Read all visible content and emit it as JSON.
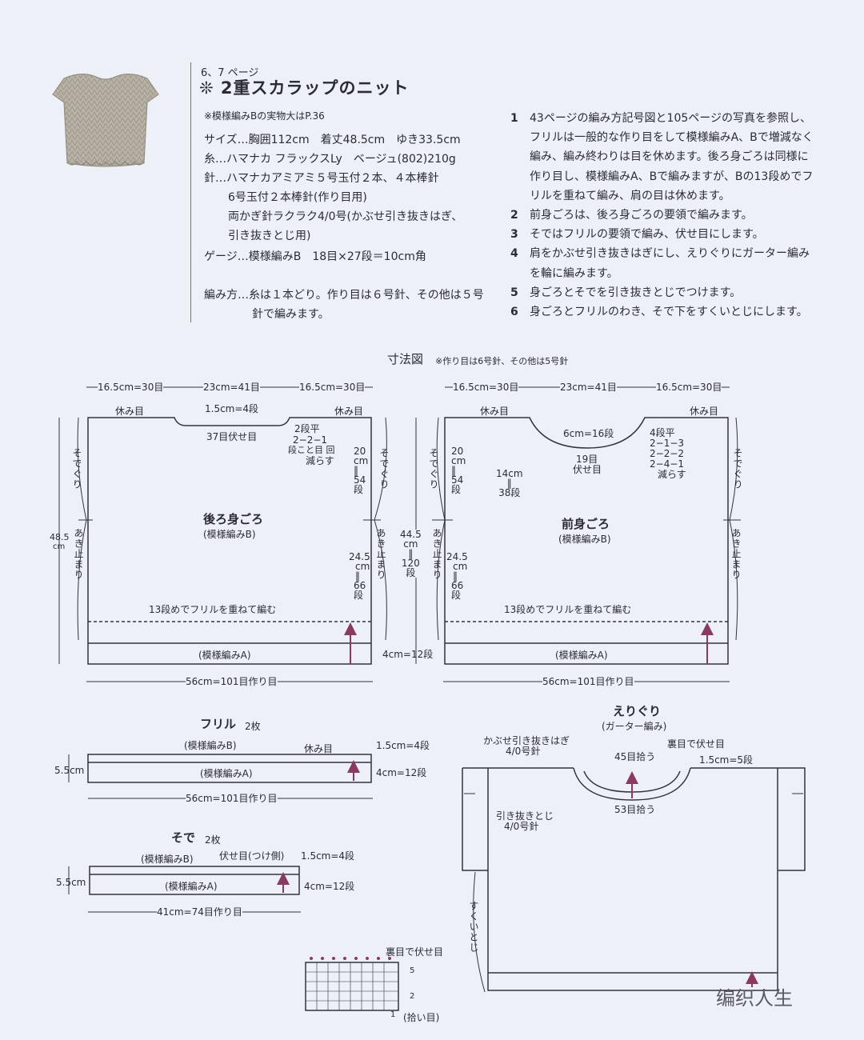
{
  "header": {
    "page_ref": "6、7 ページ",
    "title": "❊ 2重スカラップのニット",
    "note": "※模様編みBの実物大はP.36",
    "specs": [
      "サイズ…胸囲112cm　着丈48.5cm　ゆき33.5cm",
      "糸…ハマナカ フラックスLy　ベージュ(802)210g",
      "針…ハマナカアミアミ５号玉付２本、４本棒針",
      "6号玉付２本棒針(作り目用)",
      "両かぎ針ラクラク4/0号(かぶせ引き抜きはぎ、",
      "引き抜きとじ用)",
      "ゲージ…模様編みB　18目×27段＝10cm角",
      "編み方…糸は１本どり。作り目は６号針、その他は５号",
      "針で編みます。"
    ]
  },
  "steps": [
    {
      "num": "1",
      "text": "43ページの編み方記号図と105ページの写真を参照し、フリルは一般的な作り目をして模様編みA、Bで増減なく編み、編み終わりは目を休めます。後ろ身ごろは同様に作り目し、模様編みA、Bで編みますが、Bの13段めでフリルを重ねて編み、肩の目は休めます。"
    },
    {
      "num": "2",
      "text": "前身ごろは、後ろ身ごろの要領で編みます。"
    },
    {
      "num": "3",
      "text": "そではフリルの要領で編み、伏せ目にします。"
    },
    {
      "num": "4",
      "text": "肩をかぶせ引き抜きはぎにし、えりぐりにガーター編みを輪に編みます。"
    },
    {
      "num": "5",
      "text": "身ごろとそでを引き抜きとじでつけます。"
    },
    {
      "num": "6",
      "text": "身ごろとフリルのわき、そで下をすくいとじにします。"
    }
  ],
  "diagram": {
    "title": "寸法図",
    "subtitle": "※作り目は6号針、その他は5号針",
    "back": {
      "name": "後ろ身ごろ",
      "pattern": "(模様編みB)",
      "top_left": "16.5cm=30目",
      "top_mid": "23cm=41目",
      "top_right": "16.5cm=30目",
      "rest_left": "休み目",
      "rest_right": "休み目",
      "neck_depth": "1.5cm=4段",
      "neck_bind": "37目伏せ目",
      "dec1": "2段平",
      "dec2": "2−2−1",
      "dec3": "段こと目 回",
      "dec4": "減らす",
      "armhole_h": [
        "20",
        "cm",
        "‖",
        "54",
        "段"
      ],
      "lower_h": [
        "24.5",
        "cm",
        "‖",
        "66",
        "段"
      ],
      "sode": "そでぐり",
      "aki": "あき止まり",
      "total_h": "48.5",
      "total_h_unit": "cm",
      "frill_note": "13段めでフリルを重ねて編む",
      "pattern_a": "(模様編みA)",
      "bottom": "56cm=101目作り目"
    },
    "mid": {
      "total": [
        "44.5",
        "cm",
        "‖",
        "120",
        "段"
      ],
      "band": "4cm=12段"
    },
    "front": {
      "name": "前身ごろ",
      "pattern": "(模様編みB)",
      "top_left": "16.5cm=30目",
      "top_mid": "23cm=41目",
      "top_right": "16.5cm=30目",
      "rest_left": "休み目",
      "rest_right": "休み目",
      "neck_depth": "6cm=16段",
      "neck_bind1": "19目",
      "neck_bind2": "伏せ目",
      "dec1": "4段平",
      "dec2": "2−1−3",
      "dec3": "2−2−2",
      "dec4": "2−4−1",
      "dec5": "減らす",
      "armhole_h": [
        "20",
        "cm",
        "‖",
        "54",
        "段"
      ],
      "lower_h": [
        "24.5",
        "cm",
        "‖",
        "66",
        "段"
      ],
      "yoke_h": [
        "14cm",
        "‖",
        "38段"
      ],
      "sode": "そでぐり",
      "aki": "あき止まり",
      "frill_note": "13段めでフリルを重ねて編む",
      "pattern_a": "(模様編みA)",
      "bottom": "56cm=101目作り目"
    },
    "frill": {
      "name": "フリル",
      "count": "2枚",
      "pattern_b": "(模様編みB)",
      "rest": "休み目",
      "pattern_a": "(模様編みA)",
      "height": "5.5cm",
      "top": "1.5cm=4段",
      "band": "4cm=12段",
      "bottom": "56cm=101目作り目"
    },
    "sleeve": {
      "name": "そで",
      "count": "2枚",
      "pattern_b": "(模様編みB)",
      "bind": "伏せ目(つけ側)",
      "pattern_a": "(模様編みA)",
      "height": "5.5cm",
      "top": "1.5cm=4段",
      "band": "4cm=12段",
      "bottom": "41cm=74目作り目"
    },
    "collar": {
      "name": "えりぐり",
      "pattern": "(ガーター編み)",
      "seam1": "かぶせ引き抜きはぎ",
      "seam1b": "4/0号針",
      "pickup45": "45目拾う",
      "purl_bind": "裏目で伏せ目",
      "height": "1.5cm=5段",
      "pickup53": "53目拾う",
      "seam2": "引き抜きとじ",
      "seam2b": "4/0号針",
      "side_seam": "すくいとじ"
    },
    "chart": {
      "label": "裏目で伏せ目",
      "rows": [
        "5",
        "2",
        "1"
      ],
      "pickup": "(拾い目)"
    }
  },
  "watermark": "编织人生",
  "colors": {
    "background": "#edf0f7",
    "line": "#33333c",
    "arrow": "#8a3a62",
    "band": "#e1e4ee"
  }
}
